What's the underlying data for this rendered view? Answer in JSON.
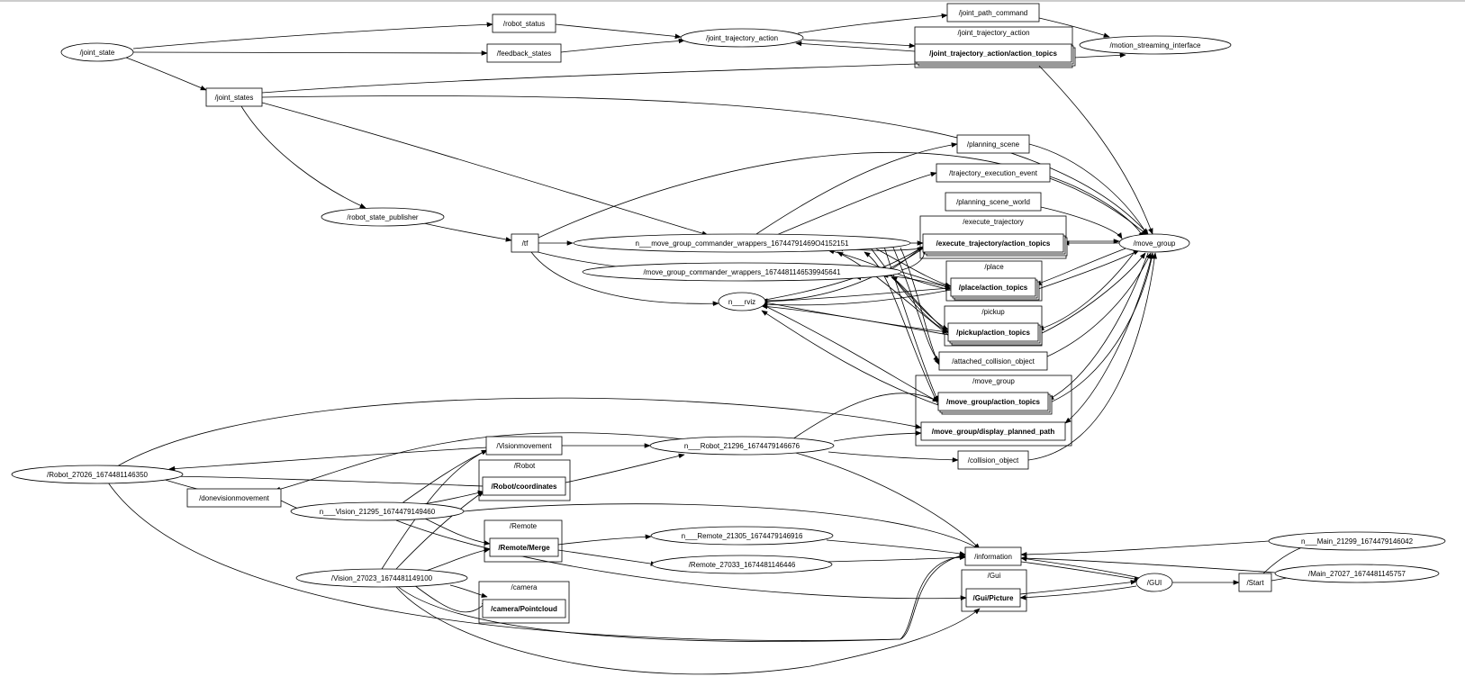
{
  "graph": {
    "clusters": [
      {
        "id": "c_jta",
        "label": "/joint_trajectory_action"
      },
      {
        "id": "c_exec",
        "label": "/execute_trajectory"
      },
      {
        "id": "c_place",
        "label": "/place"
      },
      {
        "id": "c_pickup",
        "label": "/pickup"
      },
      {
        "id": "c_mg",
        "label": "/move_group"
      },
      {
        "id": "c_robot",
        "label": "/Robot"
      },
      {
        "id": "c_remote",
        "label": "/Remote"
      },
      {
        "id": "c_camera",
        "label": "/camera"
      },
      {
        "id": "c_gui",
        "label": "/Gui"
      }
    ],
    "nodes": [
      {
        "id": "joint_state",
        "label": "/joint_state",
        "shape": "ellipse"
      },
      {
        "id": "robot_status",
        "label": "/robot_status",
        "shape": "box"
      },
      {
        "id": "feedback_states",
        "label": "/feedback_states",
        "shape": "box"
      },
      {
        "id": "joint_trajectory_action",
        "label": "/joint_trajectory_action",
        "shape": "ellipse"
      },
      {
        "id": "joint_path_command",
        "label": "/joint_path_command",
        "shape": "box"
      },
      {
        "id": "jta_action_topics",
        "label": "/joint_trajectory_action/action_topics",
        "shape": "stack"
      },
      {
        "id": "motion_streaming_interface",
        "label": "/motion_streaming_interface",
        "shape": "ellipse"
      },
      {
        "id": "joint_states",
        "label": "/joint_states",
        "shape": "box"
      },
      {
        "id": "planning_scene",
        "label": "/planning_scene",
        "shape": "box"
      },
      {
        "id": "trajectory_execution_event",
        "label": "/trajectory_execution_event",
        "shape": "box"
      },
      {
        "id": "planning_scene_world",
        "label": "/planning_scene_world",
        "shape": "box"
      },
      {
        "id": "robot_state_publisher",
        "label": "/robot_state_publisher",
        "shape": "ellipse"
      },
      {
        "id": "tf",
        "label": "/tf",
        "shape": "box"
      },
      {
        "id": "mgcw_1",
        "label": "n___move_group_commander_wrappers_16744791469O4152151",
        "shape": "ellipse"
      },
      {
        "id": "mgcw_2",
        "label": "/move_group_commander_wrappers_1674481146539945641",
        "shape": "ellipse"
      },
      {
        "id": "rviz",
        "label": "n___rviz",
        "shape": "ellipse"
      },
      {
        "id": "exec_action_topics",
        "label": "/execute_trajectory/action_topics",
        "shape": "stack"
      },
      {
        "id": "move_group",
        "label": "/move_group",
        "shape": "ellipse"
      },
      {
        "id": "place_action_topics",
        "label": "/place/action_topics",
        "shape": "stack"
      },
      {
        "id": "pickup_action_topics",
        "label": "/pickup/action_topics",
        "shape": "stack"
      },
      {
        "id": "attached_collision_object",
        "label": "/attached_collision_object",
        "shape": "box"
      },
      {
        "id": "mg_action_topics",
        "label": "/move_group/action_topics",
        "shape": "stack"
      },
      {
        "id": "display_planned_path",
        "label": "/move_group/display_planned_path",
        "shape": "bbox"
      },
      {
        "id": "collision_object",
        "label": "/collision_object",
        "shape": "box"
      },
      {
        "id": "visionmovement",
        "label": "/Visionmovement",
        "shape": "box"
      },
      {
        "id": "robot_main",
        "label": "n___Robot_21296_1674479146676",
        "shape": "ellipse"
      },
      {
        "id": "robot_27026",
        "label": "/Robot_27026_1674481146350",
        "shape": "ellipse"
      },
      {
        "id": "robot_coordinates",
        "label": "/Robot/coordinates",
        "shape": "bbox"
      },
      {
        "id": "donevisionmovement",
        "label": "/donevisionmovement",
        "shape": "box"
      },
      {
        "id": "vision_21295",
        "label": "n___Vision_21295_1674479149460",
        "shape": "ellipse"
      },
      {
        "id": "remote_merge",
        "label": "/Remote/Merge",
        "shape": "bbox"
      },
      {
        "id": "remote_21305",
        "label": "n___Remote_21305_1674479146916",
        "shape": "ellipse"
      },
      {
        "id": "remote_27033",
        "label": "/Remote_27033_1674481146446",
        "shape": "ellipse"
      },
      {
        "id": "information",
        "label": "/information",
        "shape": "box"
      },
      {
        "id": "main_21299",
        "label": "n___Main_21299_1674479146042",
        "shape": "ellipse"
      },
      {
        "id": "main_27027",
        "label": "/Main_27027_1674481145757",
        "shape": "ellipse"
      },
      {
        "id": "vision_27023",
        "label": "/Vision_27023_1674481149100",
        "shape": "ellipse"
      },
      {
        "id": "camera_pointcloud",
        "label": "/camera/Pointcloud",
        "shape": "bbox"
      },
      {
        "id": "gui_picture",
        "label": "/Gui/Picture",
        "shape": "bbox"
      },
      {
        "id": "gui",
        "label": "/GUI",
        "shape": "ellipse"
      },
      {
        "id": "start",
        "label": "/Start",
        "shape": "box"
      }
    ]
  }
}
